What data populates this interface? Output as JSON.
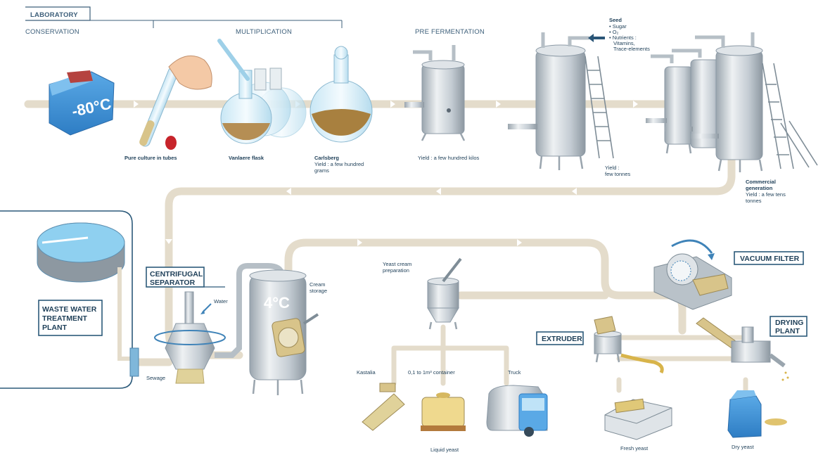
{
  "sections": {
    "laboratory": "LABORATORY",
    "conservation": "CONSERVATION",
    "multiplication": "MULTIPLICATION",
    "pre_fermentation": "PRE FERMENTATION"
  },
  "freezer_temp": "-80°C",
  "storage_temp": "4°C",
  "seed": {
    "title": "Seed",
    "items": [
      "• Sugar",
      "• O₂",
      "• Nutrients :",
      "Vitamins,",
      "Trace-elements"
    ]
  },
  "labels": {
    "pure_culture": "Pure culture in tubes",
    "vanlaere": "Vanlaere flask",
    "carlsberg": "Carlsberg",
    "carlsberg_yield_1": "Yield : a few hundred",
    "carlsberg_yield_2": "grams",
    "prefer_yield": "Yield : a few hundred kilos",
    "tonnes_yield_1": "Yield :",
    "tonnes_yield_2": "few tonnes",
    "commercial_1": "Commercial",
    "commercial_2": "generation",
    "commercial_yield_1": "Yield : a few tens",
    "commercial_yield_2": "tonnes",
    "water": "Water",
    "sewage": "Sewage",
    "cream_storage_1": "Cream",
    "cream_storage_2": "storage",
    "yeast_cream_1": "Yeast cream",
    "yeast_cream_2": "preparation",
    "kastalia": "Kastalia",
    "container": "0,1 to 1m³ container",
    "truck": "Truck",
    "liquid_yeast": "Liquid yeast",
    "fresh_yeast": "Fresh yeast",
    "dry_yeast": "Dry yeast"
  },
  "boxes": {
    "centrifugal_1": "CENTRIFUGAL",
    "centrifugal_2": "SEPARATOR",
    "waste_1": "WASTE WATER",
    "waste_2": "TREATMENT",
    "waste_3": "PLANT",
    "vacuum": "VACUUM FILTER",
    "extruder": "EXTRUDER",
    "drying_1": "DRYING",
    "drying_2": "PLANT"
  },
  "colors": {
    "pipe": "#e4dccb",
    "steel": "#c4ccd3",
    "navy": "#1e3f58",
    "yeast": "#d8c48a",
    "blue": "#3a8cd0"
  }
}
